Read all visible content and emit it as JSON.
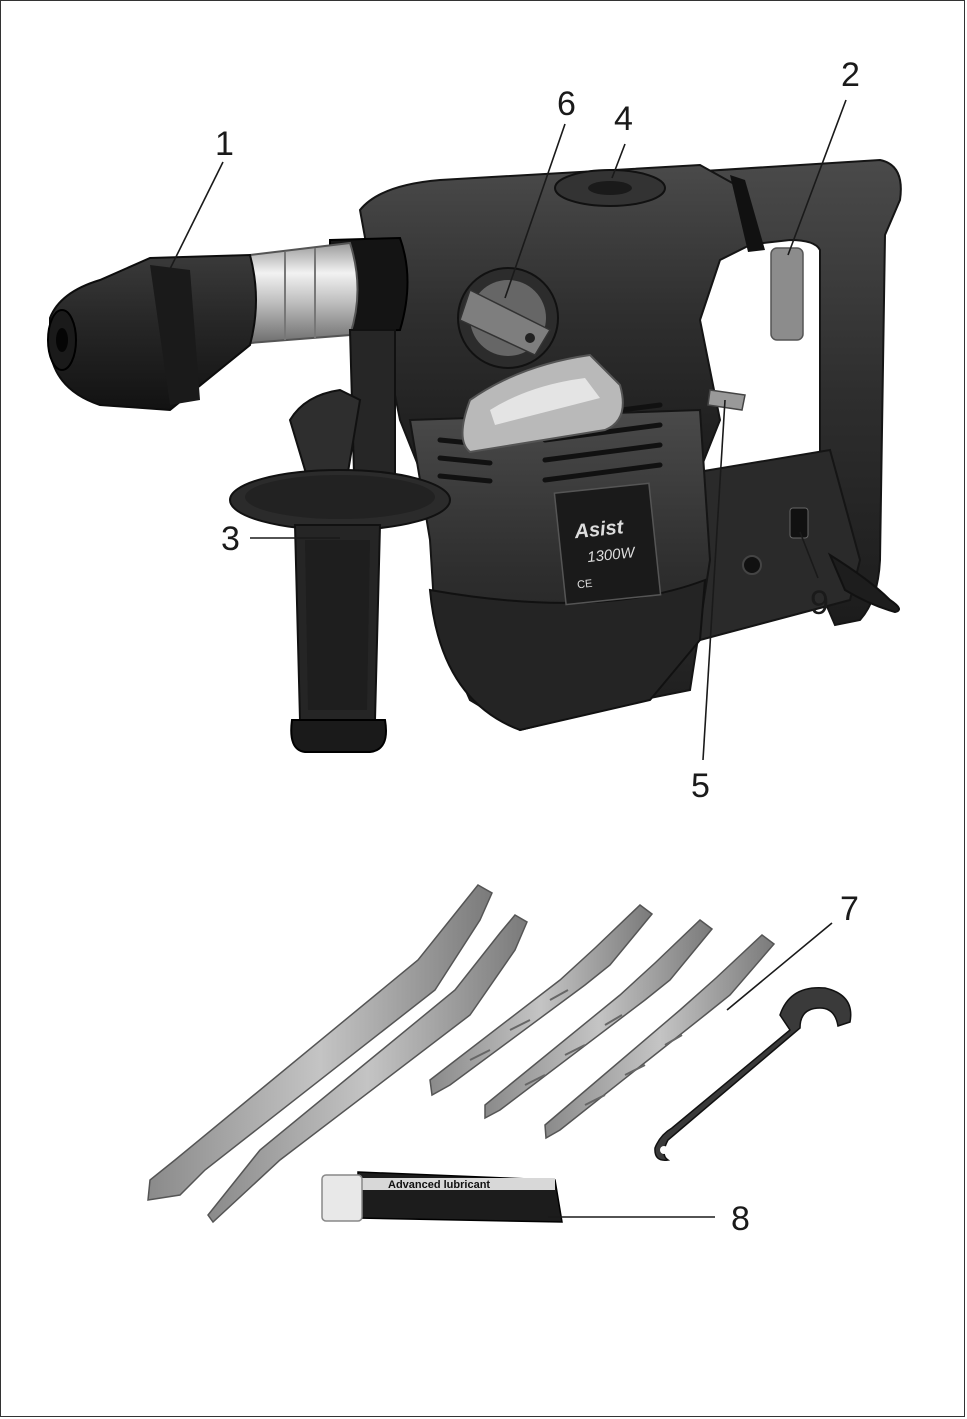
{
  "diagram": {
    "callouts": [
      {
        "id": "1",
        "label": "1"
      },
      {
        "id": "2",
        "label": "2"
      },
      {
        "id": "3",
        "label": "3"
      },
      {
        "id": "4",
        "label": "4"
      },
      {
        "id": "5",
        "label": "5"
      },
      {
        "id": "6",
        "label": "6"
      },
      {
        "id": "7",
        "label": "7"
      },
      {
        "id": "8",
        "label": "8"
      },
      {
        "id": "9",
        "label": "9"
      }
    ],
    "brand_plate": {
      "brand": "Asist",
      "power": "1300W",
      "mark": "CE"
    },
    "lubricant_label": "Advanced lubricant"
  }
}
